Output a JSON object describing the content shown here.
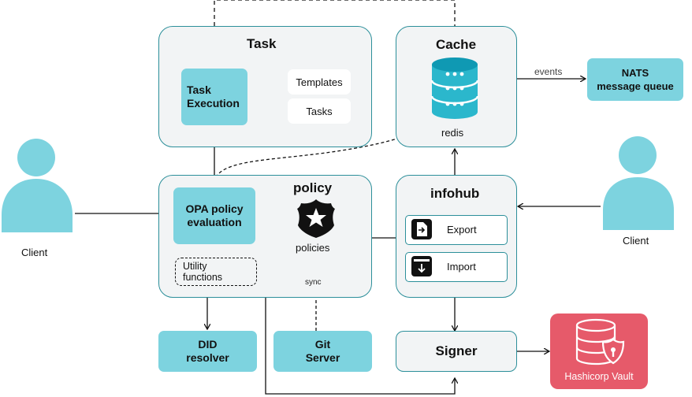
{
  "task": {
    "title": "Task",
    "execution_label": "Task\nExecution",
    "templates_label": "Templates",
    "tasks_label": "Tasks"
  },
  "cache": {
    "title": "Cache",
    "redis_label": "redis",
    "events_label": "events"
  },
  "nats": {
    "label": "NATS\nmessage queue"
  },
  "policy": {
    "title": "policy",
    "opa_label": "OPA policy\nevaluation",
    "utility_label": "Utility\nfunctions",
    "policies_label": "policies",
    "sync_label": "sync"
  },
  "infohub": {
    "title": "infohub",
    "export_label": "Export",
    "import_label": "Import"
  },
  "clients": {
    "left_label": "Client",
    "right_label": "Client"
  },
  "did": {
    "label": "DID\nresolver"
  },
  "git": {
    "label": "Git\nServer"
  },
  "signer": {
    "label": "Signer"
  },
  "vault": {
    "label": "Hashicorp Vault"
  },
  "colors": {
    "accent": "#7dd3df",
    "border": "#2c8f9a",
    "vault": "#e65a6a",
    "redis": "#15a9c2"
  },
  "icons": [
    "person-icon",
    "database-icon",
    "police-badge-icon",
    "export-icon",
    "import-icon",
    "vault-icon"
  ]
}
